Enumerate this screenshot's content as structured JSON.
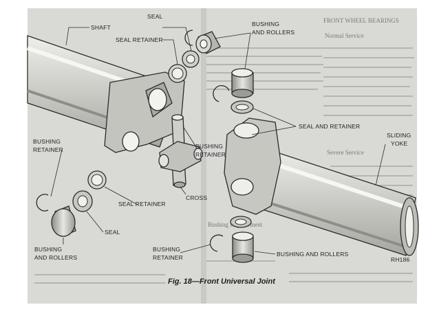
{
  "figure": {
    "caption": "Fig. 18—Front Universal Joint",
    "code": "RH186"
  },
  "labels": {
    "shaft": "SHAFT",
    "seal_top": "SEAL",
    "seal_retainer_top": "SEAL RETAINER",
    "bushing_rollers_top_1": "BUSHING",
    "bushing_rollers_top_2": "AND ROLLERS",
    "seal_and_retainer": "SEAL AND RETAINER",
    "sliding_yoke_1": "SLIDING",
    "sliding_yoke_2": "YOKE",
    "bushing_retainer_left_1": "BUSHING",
    "bushing_retainer_left_2": "RETAINER",
    "bushing_retainer_mid_1": "BUSHING",
    "bushing_retainer_mid_2": "RETAINER",
    "seal_retainer_low": "SEAL RETAINER",
    "cross": "CROSS",
    "seal_low": "SEAL",
    "bushing_rollers_left_1": "BUSHING",
    "bushing_rollers_left_2": "AND ROLLERS",
    "bushing_retainer_bottom_1": "BUSHING",
    "bushing_retainer_bottom_2": "RETAINER",
    "bushing_rollers_bottom": "BUSHING AND ROLLERS"
  },
  "background_text": {
    "h1": "FRONT WHEEL BEARINGS",
    "h2": "Normal Service",
    "h3": "Severe Service",
    "h4": "Bushing Replacement"
  }
}
